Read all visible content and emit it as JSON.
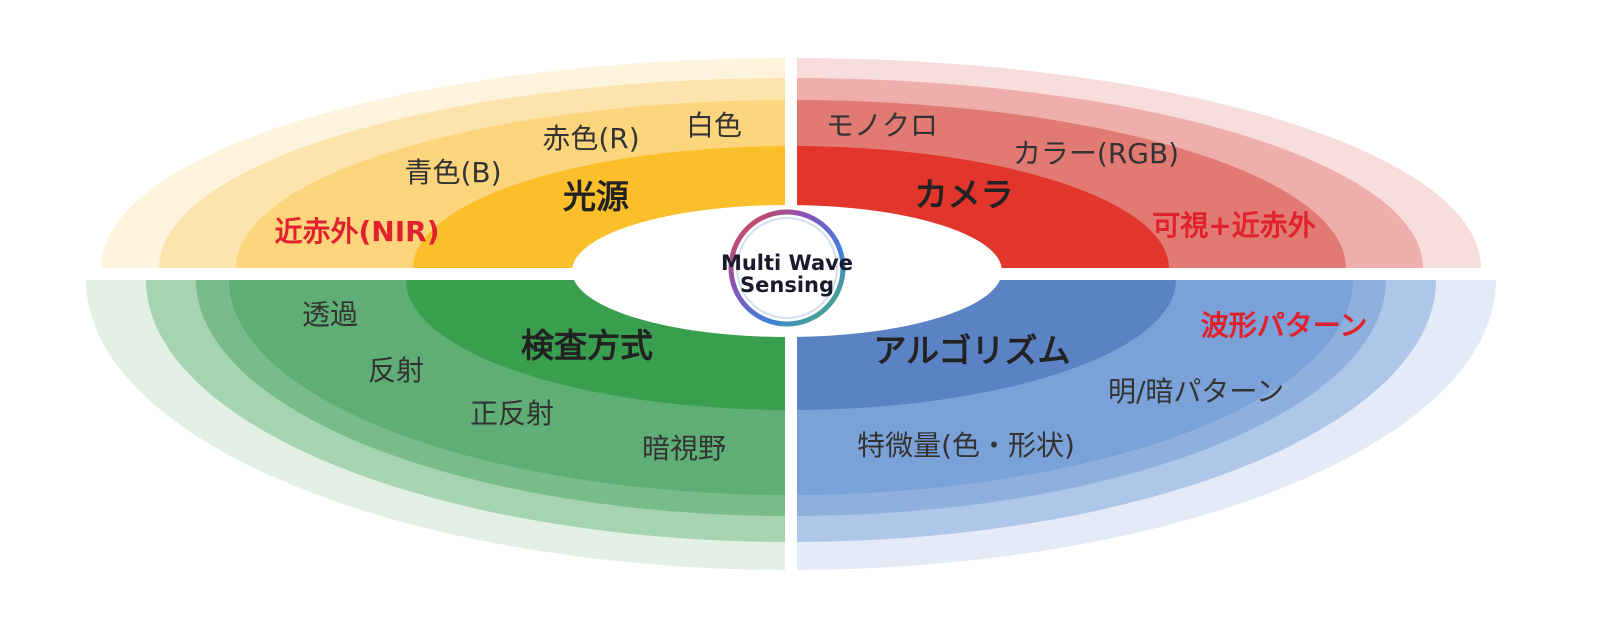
{
  "center": {
    "line1": "Multi Wave",
    "line2": "Sensing"
  },
  "quadrants": [
    {
      "id": "light-source",
      "title": "光源",
      "color": "#fbbf2c",
      "items": [
        {
          "text": "白色",
          "highlight": false
        },
        {
          "text": "赤色(R)",
          "highlight": false
        },
        {
          "text": "青色(B)",
          "highlight": false
        },
        {
          "text": "近赤外(NIR)",
          "highlight": true
        }
      ]
    },
    {
      "id": "camera",
      "title": "カメラ",
      "color": "#e2352c",
      "items": [
        {
          "text": "モノクロ",
          "highlight": false
        },
        {
          "text": "カラー(RGB)",
          "highlight": false
        },
        {
          "text": "可視+近赤外",
          "highlight": true
        }
      ]
    },
    {
      "id": "inspection-method",
      "title": "検査方式",
      "color": "#3a9e4f",
      "items": [
        {
          "text": "透過",
          "highlight": false
        },
        {
          "text": "反射",
          "highlight": false
        },
        {
          "text": "正反射",
          "highlight": false
        },
        {
          "text": "暗視野",
          "highlight": false
        }
      ]
    },
    {
      "id": "algorithm",
      "title": "アルゴリズム",
      "color": "#5a82c4",
      "items": [
        {
          "text": "波形パターン",
          "highlight": true
        },
        {
          "text": "明/暗パターン",
          "highlight": false
        },
        {
          "text": "特微量(色・形状)",
          "highlight": false
        }
      ]
    }
  ]
}
